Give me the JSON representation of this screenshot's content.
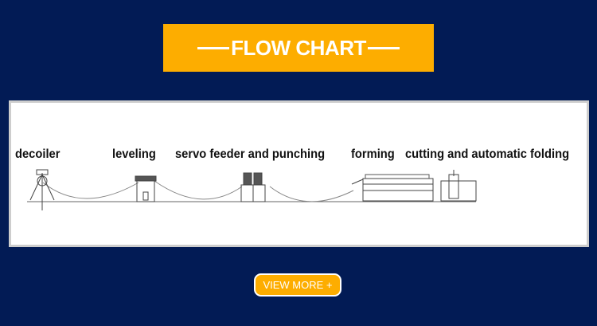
{
  "header": {
    "title": "FLOW CHART"
  },
  "flow_chart": {
    "steps": [
      {
        "label": "decoiler"
      },
      {
        "label": "leveling"
      },
      {
        "label": "servo feeder and punching"
      },
      {
        "label": "forming"
      },
      {
        "label": "cutting and automatic folding"
      }
    ]
  },
  "view_more": {
    "label": "VIEW MORE +"
  },
  "colors": {
    "background": "#021b55",
    "accent": "#fdad00"
  }
}
